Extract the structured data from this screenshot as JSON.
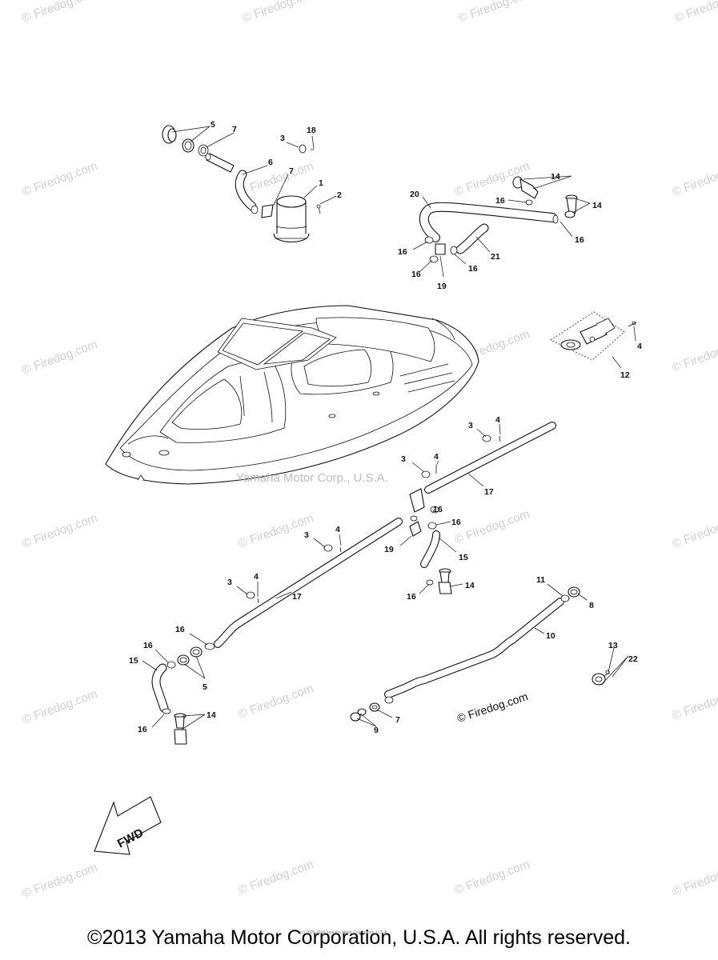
{
  "watermark_text": "© Firedog.com",
  "center_watermark": "Yamaha Motor Corp., U.S.A.",
  "credit_text": "© Firedog.com",
  "tiny_copyright": "(c) 2005-2016 Yamaha Motor Corporation, U.S.A.",
  "fwd_label": "FWD",
  "footer_copyright": "©2013 Yamaha Motor Corporation, U.S.A. All rights reserved.",
  "callouts": {
    "c1": "1",
    "c2": "2",
    "c3a": "3",
    "c18": "18",
    "c5a": "5",
    "c7a": "7",
    "c6": "6",
    "c7b": "7",
    "c20": "20",
    "c14a": "14",
    "c16a": "16",
    "c14b": "14",
    "c16b": "16",
    "c16c": "16",
    "c16d": "16",
    "c19a": "19",
    "c16e": "16",
    "c21": "21",
    "c4a": "4",
    "c12": "12",
    "c3b": "3",
    "c4b": "4",
    "c3c": "3",
    "c4c": "4",
    "c17a": "17",
    "c16f": "16",
    "c16g": "16",
    "c19b": "19",
    "c15a": "15",
    "c14c": "14",
    "c16h": "16",
    "c3d": "3",
    "c4d": "4",
    "c3e": "3",
    "c4e": "4",
    "c17b": "17",
    "c16i": "16",
    "c16j": "16",
    "c15b": "15",
    "c5b": "5",
    "c14d": "14",
    "c16k": "16",
    "c11": "11",
    "c8": "8",
    "c10": "10",
    "c13": "13",
    "c22": "22",
    "c7c": "7",
    "c9": "9"
  }
}
